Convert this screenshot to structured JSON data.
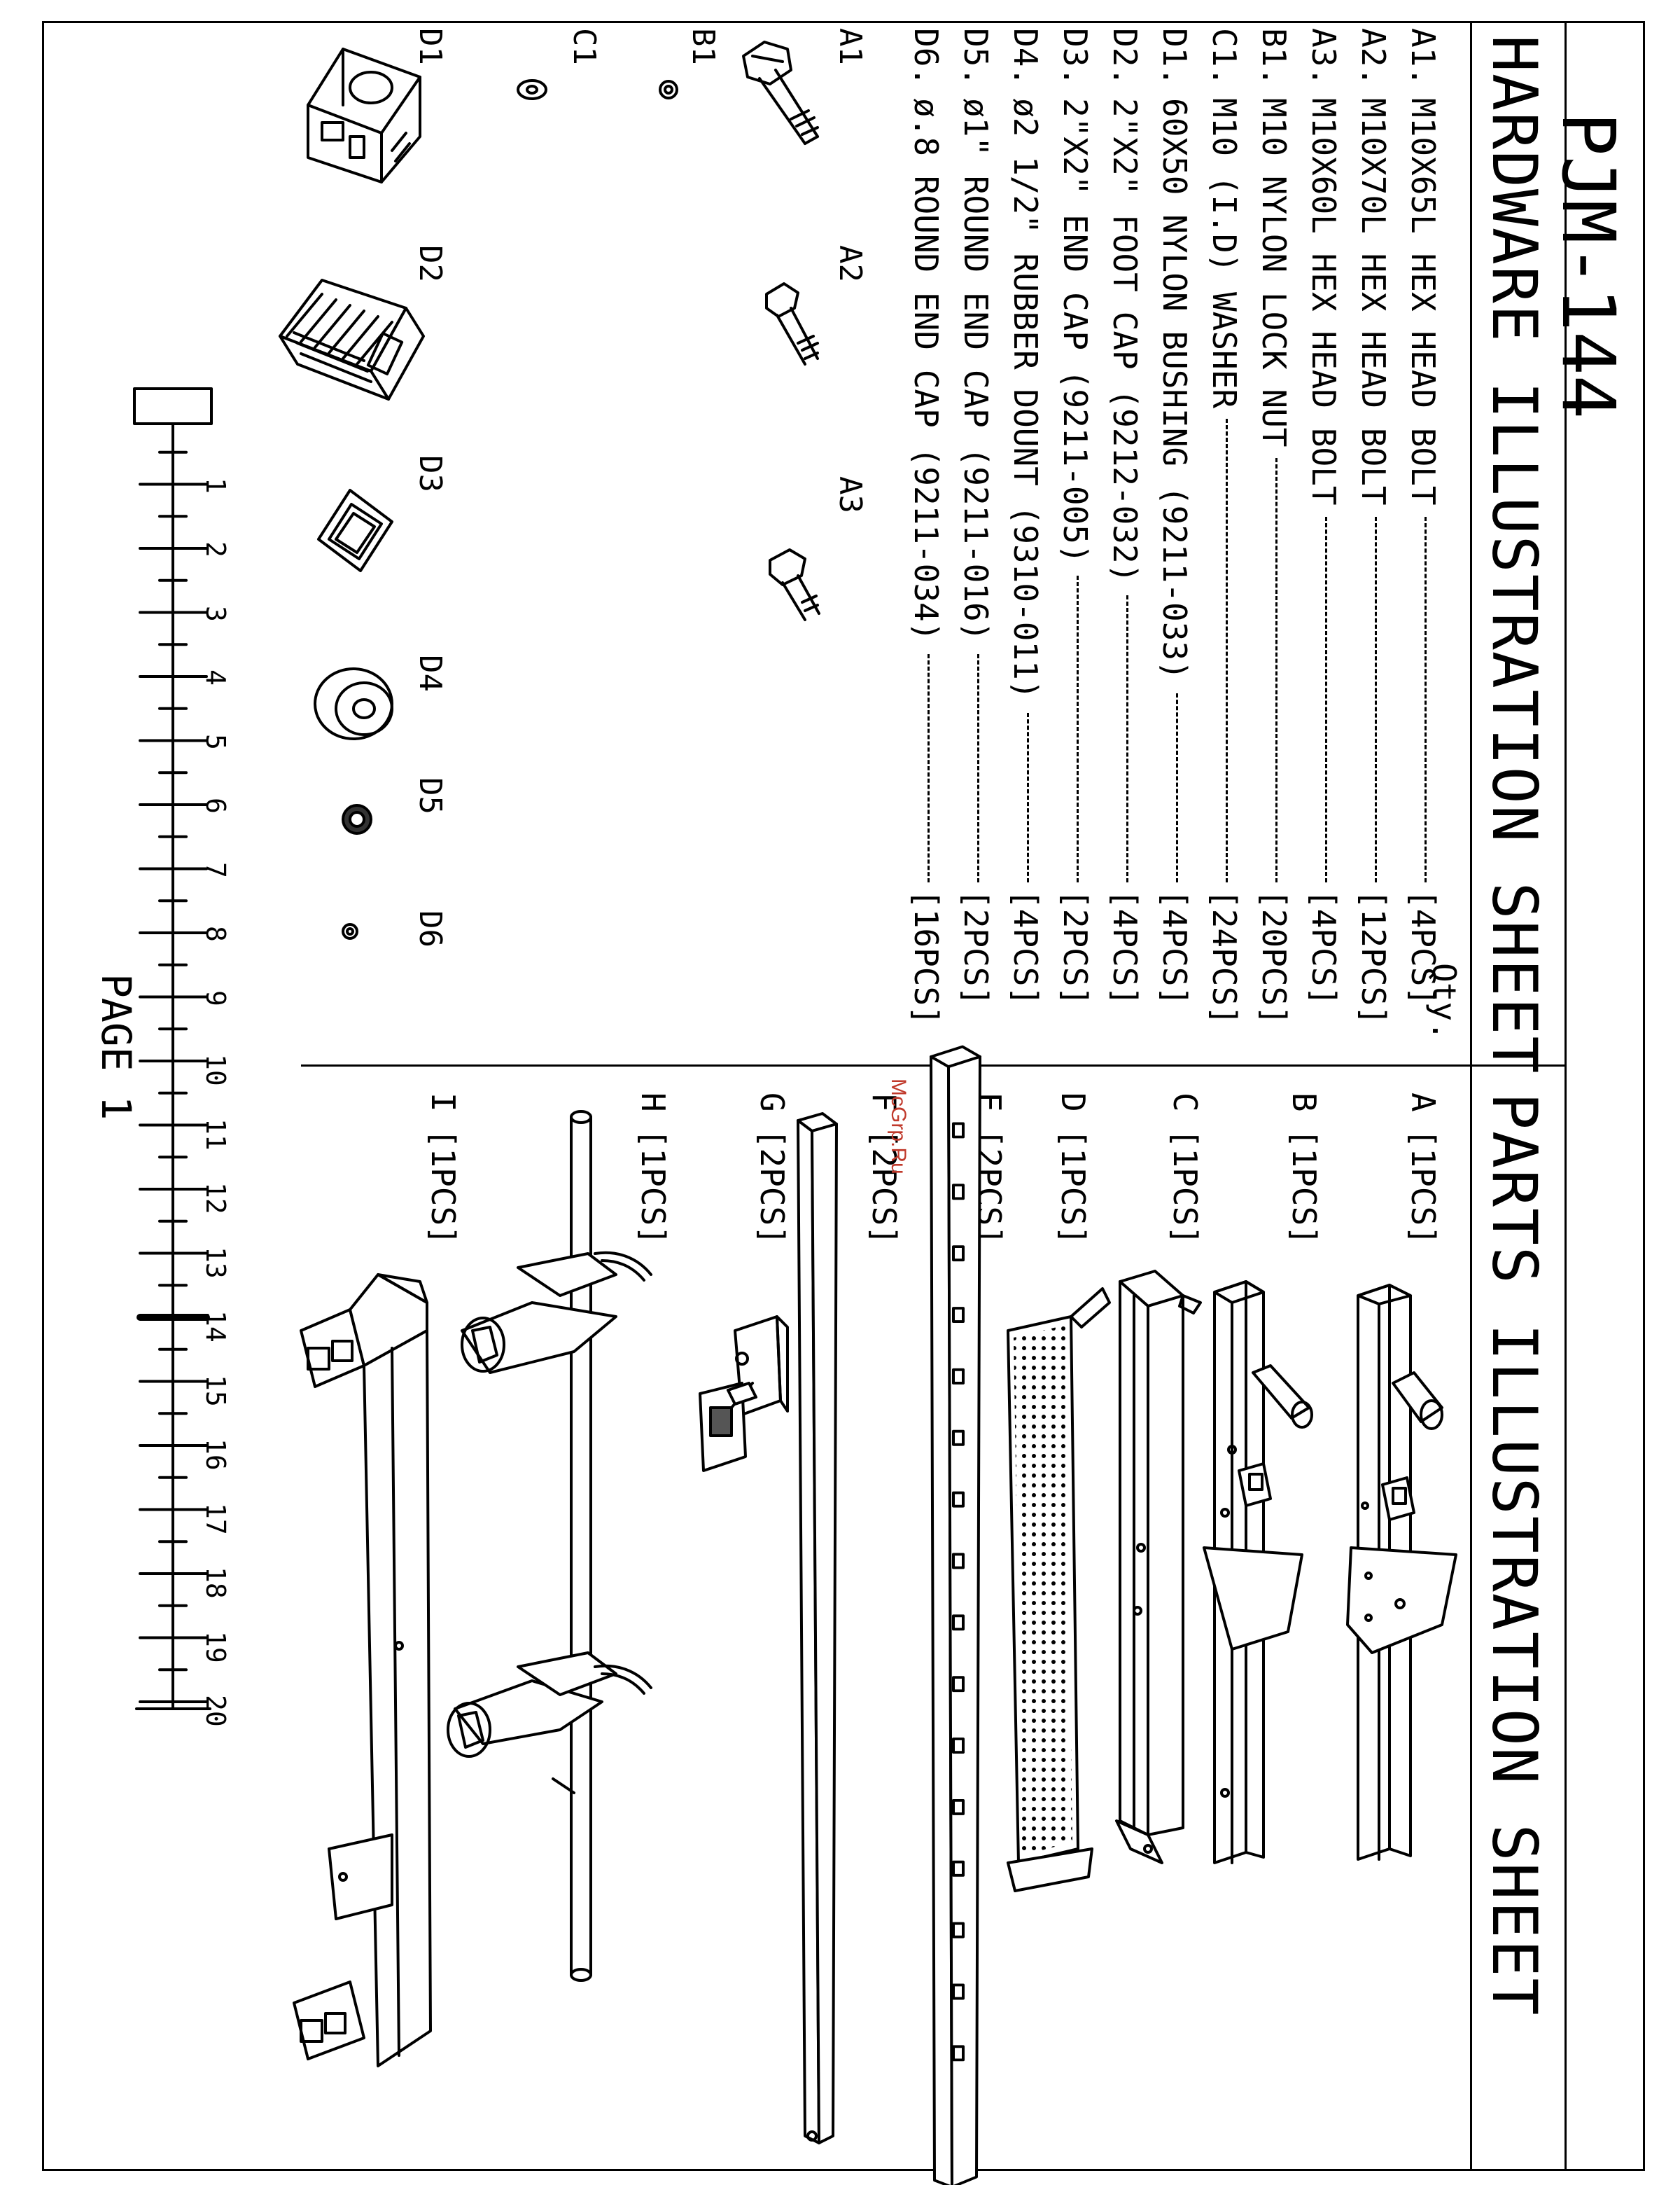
{
  "header": {
    "model": "PJM-144",
    "hardware_title": "HARDWARE ILLUSTRATION SHEET",
    "parts_title": "PARTS ILLUSTRATION SHEET",
    "qty_label": "Qty."
  },
  "hardware": [
    {
      "code": "A1.",
      "desc": "M10X65L HEX HEAD BOLT",
      "qty": "[4PCS]"
    },
    {
      "code": "A2.",
      "desc": "M10X70L HEX HEAD BOLT",
      "qty": "[12PCS]"
    },
    {
      "code": "A3.",
      "desc": "M10X60L HEX HEAD BOLT",
      "qty": "[4PCS]"
    },
    {
      "code": "B1.",
      "desc": "M10 NYLON LOCK NUT",
      "qty": "[20PCS]"
    },
    {
      "code": "C1.",
      "desc": "M10 (I.D) WASHER",
      "qty": "[24PCS]"
    },
    {
      "code": "D1.",
      "desc": "60X50 NYLON BUSHING (9211-033)",
      "qty": "[4PCS]"
    },
    {
      "code": "D2.",
      "desc": "2\"X2\" FOOT CAP (9212-032)",
      "qty": "[4PCS]"
    },
    {
      "code": "D3.",
      "desc": "2\"X2\" END CAP (9211-005)",
      "qty": "[2PCS]"
    },
    {
      "code": "D4.",
      "desc": "ø2 1/2\" RUBBER DOUNT (9310-011)",
      "qty": "[4PCS]"
    },
    {
      "code": "D5.",
      "desc": "ø1\" ROUND END CAP (9211-016)",
      "qty": "[2PCS]"
    },
    {
      "code": "D6.",
      "desc": "ø.8 ROUND END CAP (9211-034)",
      "qty": "[16PCS]"
    }
  ],
  "hardware_labels": {
    "a1": "A1",
    "a2": "A2",
    "a3": "A3",
    "b1": "B1",
    "c1": "C1",
    "d1": "D1",
    "d2": "D2",
    "d3": "D3",
    "d4": "D4",
    "d5": "D5",
    "d6": "D6"
  },
  "parts": [
    {
      "letter": "A",
      "qty": "[1PCS]"
    },
    {
      "letter": "B",
      "qty": "[1PCS]"
    },
    {
      "letter": "C",
      "qty": "[1PCS]"
    },
    {
      "letter": "D",
      "qty": "[1PCS]"
    },
    {
      "letter": "E",
      "qty": "[2PCS]"
    },
    {
      "letter": "F",
      "qty": "[2PCS]"
    },
    {
      "letter": "G",
      "qty": "[2PCS]"
    },
    {
      "letter": "H",
      "qty": "[1PCS]"
    },
    {
      "letter": "I",
      "qty": "[1PCS]"
    }
  ],
  "ruler_ticks": [
    "1",
    "2",
    "3",
    "4",
    "5",
    "6",
    "7",
    "8",
    "9",
    "10",
    "11",
    "12",
    "13",
    "14",
    "15",
    "16",
    "17",
    "18",
    "19",
    "20"
  ],
  "footer": {
    "page": "PAGE 1"
  },
  "watermark": "McGrp.Ru"
}
